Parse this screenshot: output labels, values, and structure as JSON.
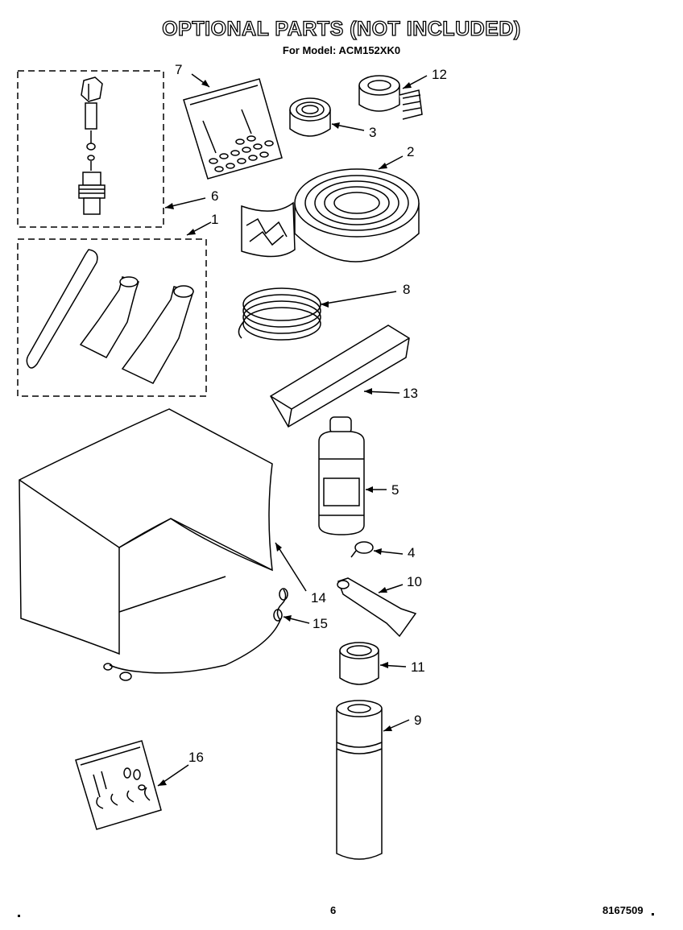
{
  "header": {
    "title": "OPTIONAL PARTS (NOT INCLUDED)",
    "subtitle": "For Model: ACM152XK0"
  },
  "callouts": {
    "c1": "1",
    "c2": "2",
    "c3": "3",
    "c4": "4",
    "c5": "5",
    "c6": "6",
    "c7": "7",
    "c8": "8",
    "c9": "9",
    "c10": "10",
    "c11": "11",
    "c12": "12",
    "c13": "13",
    "c14": "14",
    "c15": "15",
    "c16": "16"
  },
  "footer": {
    "page_number": "6",
    "doc_number": "8167509"
  }
}
